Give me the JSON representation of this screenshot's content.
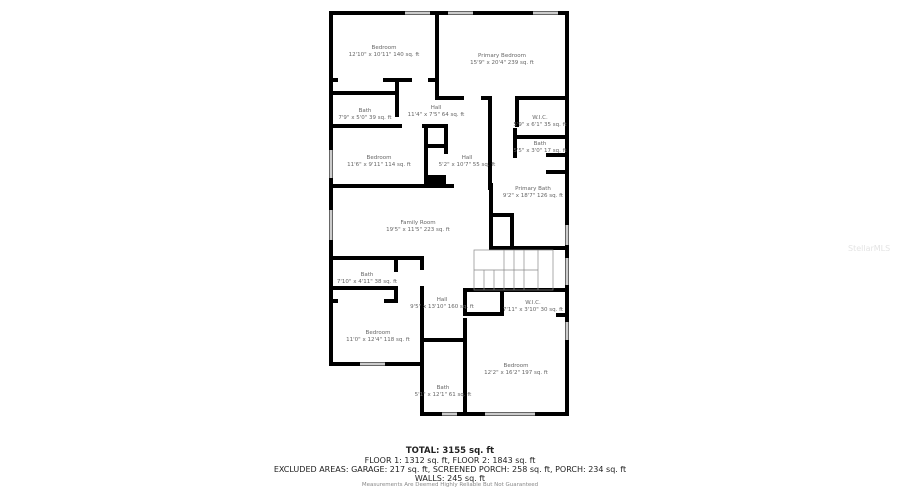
{
  "rooms": [
    {
      "name": "Bedroom",
      "dims": "12'10\" x 10'11\" 140 sq. ft"
    },
    {
      "name": "Primary Bedroom",
      "dims": "15'9\" x 20'4\" 239 sq. ft"
    },
    {
      "name": "Bath",
      "dims": "7'9\" x 5'0\" 39 sq. ft"
    },
    {
      "name": "Hall",
      "dims": "11'4\" x 7'5\" 64 sq. ft"
    },
    {
      "name": "W.I.C.",
      "dims": "5'9\" x 6'1\" 35 sq. ft"
    },
    {
      "name": "Bath",
      "dims": "5'5\" x 3'0\" 17 sq. ft"
    },
    {
      "name": "Bedroom",
      "dims": "11'6\" x 9'11\" 114 sq. ft"
    },
    {
      "name": "Hall",
      "dims": "5'2\" x 10'7\" 55 sq. ft"
    },
    {
      "name": "Primary Bath",
      "dims": "9'2\" x 18'7\" 126 sq. ft"
    },
    {
      "name": "Family Room",
      "dims": "19'5\" x 11'5\" 223 sq. ft"
    },
    {
      "name": "Bath",
      "dims": "7'10\" x 4'11\" 38 sq. ft"
    },
    {
      "name": "Hall",
      "dims": "9'5\" x 13'10\" 160 sq. ft"
    },
    {
      "name": "W.I.C.",
      "dims": "7'11\" x 3'10\" 30 sq. ft"
    },
    {
      "name": "Bedroom",
      "dims": "11'0\" x 12'4\" 118 sq. ft"
    },
    {
      "name": "Bedroom",
      "dims": "12'2\" x 16'2\" 197 sq. ft"
    },
    {
      "name": "Bath",
      "dims": "5'1\" x 12'1\" 61 sq. ft"
    }
  ],
  "summary": {
    "total": "TOTAL: 3155 sq. ft",
    "floors": "FLOOR 1: 1312 sq. ft, FLOOR 2: 1843 sq. ft",
    "excluded": "EXCLUDED AREAS: GARAGE: 217 sq. ft, SCREENED PORCH: 258 sq. ft, PORCH: 234 sq. ft",
    "walls": "WALLS: 245 sq. ft"
  },
  "disclaimer": "Measurements Are Deemed Highly Reliable But Not Guaranteed",
  "watermark": "StellarMLS",
  "colors": {
    "wall": "#000000",
    "label": "#666666",
    "window": "#cccccc"
  }
}
